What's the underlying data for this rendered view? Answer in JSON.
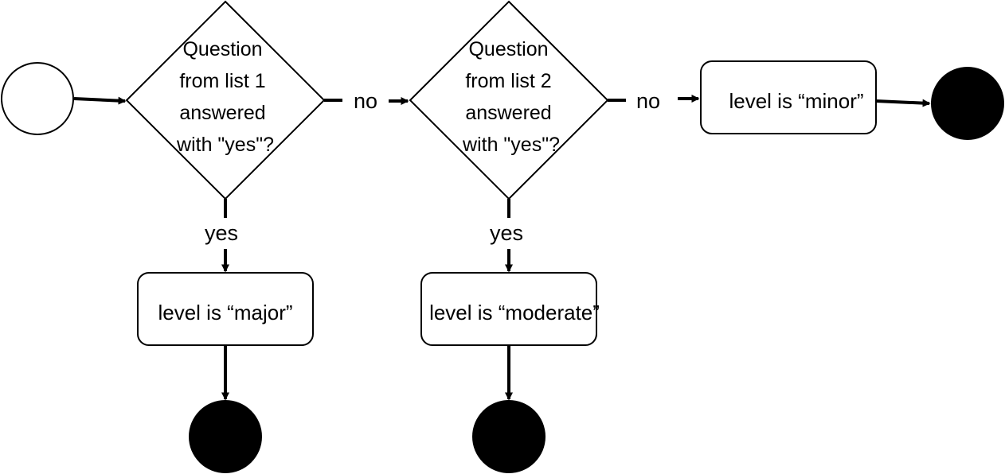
{
  "decisions": [
    {
      "lines": [
        "Question",
        "from list 1",
        "answered",
        "with \"yes\"?"
      ]
    },
    {
      "lines": [
        "Question",
        "from list 2",
        "answered",
        "with \"yes\"?"
      ]
    }
  ],
  "edge_labels": {
    "decision1_no": "no",
    "decision1_yes": "yes",
    "decision2_no": "no",
    "decision2_yes": "yes"
  },
  "actions": {
    "major": "level is “major”",
    "moderate": "level is “moderate”",
    "minor": "level is “minor”"
  },
  "colors": {
    "stroke": "#000000",
    "background": "#ffffff",
    "final_node_fill": "#000000"
  }
}
